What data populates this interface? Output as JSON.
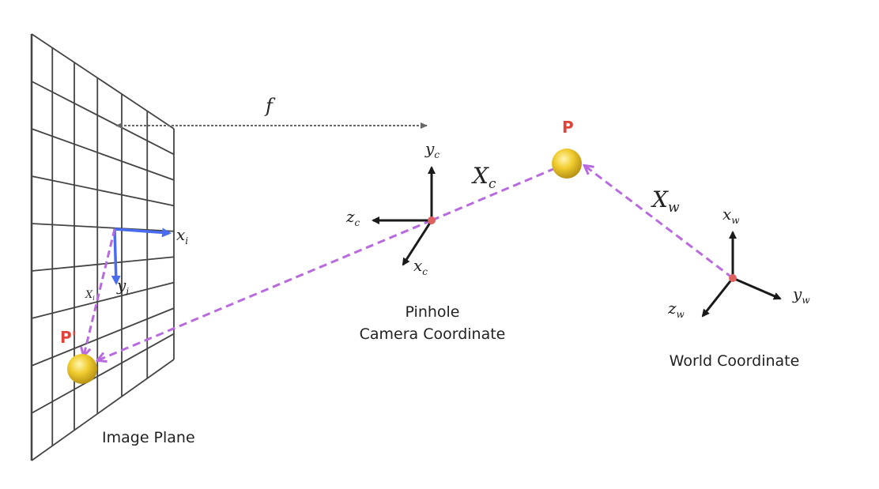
{
  "labels": {
    "image_plane": "Image Plane",
    "pinhole_line1": "Pinhole",
    "pinhole_line2": "Camera Coordinate",
    "world": "World Coordinate",
    "point_p": "P",
    "point_p_prime": "P'"
  },
  "math": {
    "focal_length": "f",
    "Xc": "X",
    "Xc_sub": "c",
    "Xw": "X",
    "Xw_sub": "w",
    "Xi": "X",
    "Xi_sub": "i",
    "xi": "x",
    "xi_sub": "i",
    "yi": "y",
    "yi_sub": "i",
    "yc": "y",
    "yc_sub": "c",
    "zc": "z",
    "zc_sub": "c",
    "xc": "x",
    "xc_sub": "c",
    "xw": "x",
    "xw_sub": "w",
    "yw": "y",
    "yw_sub": "w",
    "zw": "z",
    "zw_sub": "w"
  },
  "colors": {
    "projection": "#b86adf",
    "image_axes": "#4a6cf0",
    "axes": "#1a1a1a",
    "origin": "#e06060",
    "sphere": "#e8c22a",
    "grid": "#444444",
    "point_label": "#e0433a"
  }
}
